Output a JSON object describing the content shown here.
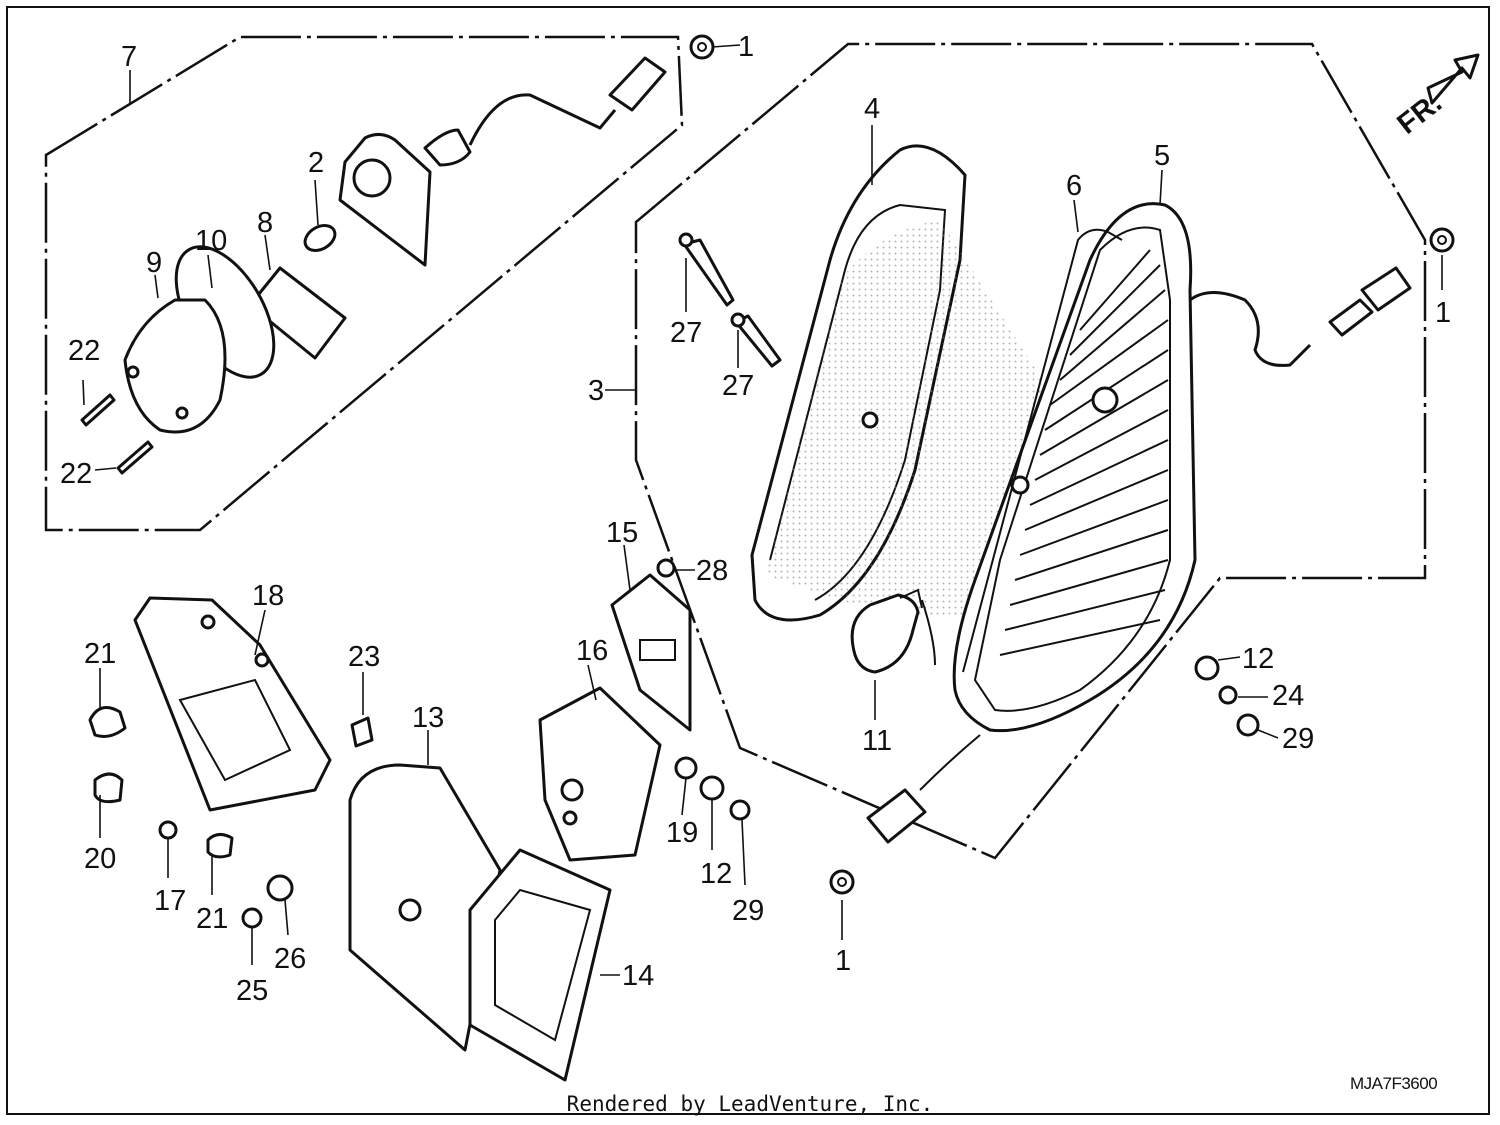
{
  "diagram": {
    "direction_label": "FR.",
    "diagram_code": "MJA7F3600",
    "footer": "Rendered by LeadVenture, Inc.",
    "callouts": [
      "1",
      "1",
      "1",
      "2",
      "3",
      "4",
      "5",
      "6",
      "7",
      "8",
      "9",
      "10",
      "11",
      "12",
      "12",
      "13",
      "14",
      "15",
      "16",
      "17",
      "18",
      "19",
      "20",
      "21",
      "21",
      "22",
      "22",
      "23",
      "24",
      "25",
      "26",
      "27",
      "27",
      "28",
      "29",
      "29"
    ]
  }
}
